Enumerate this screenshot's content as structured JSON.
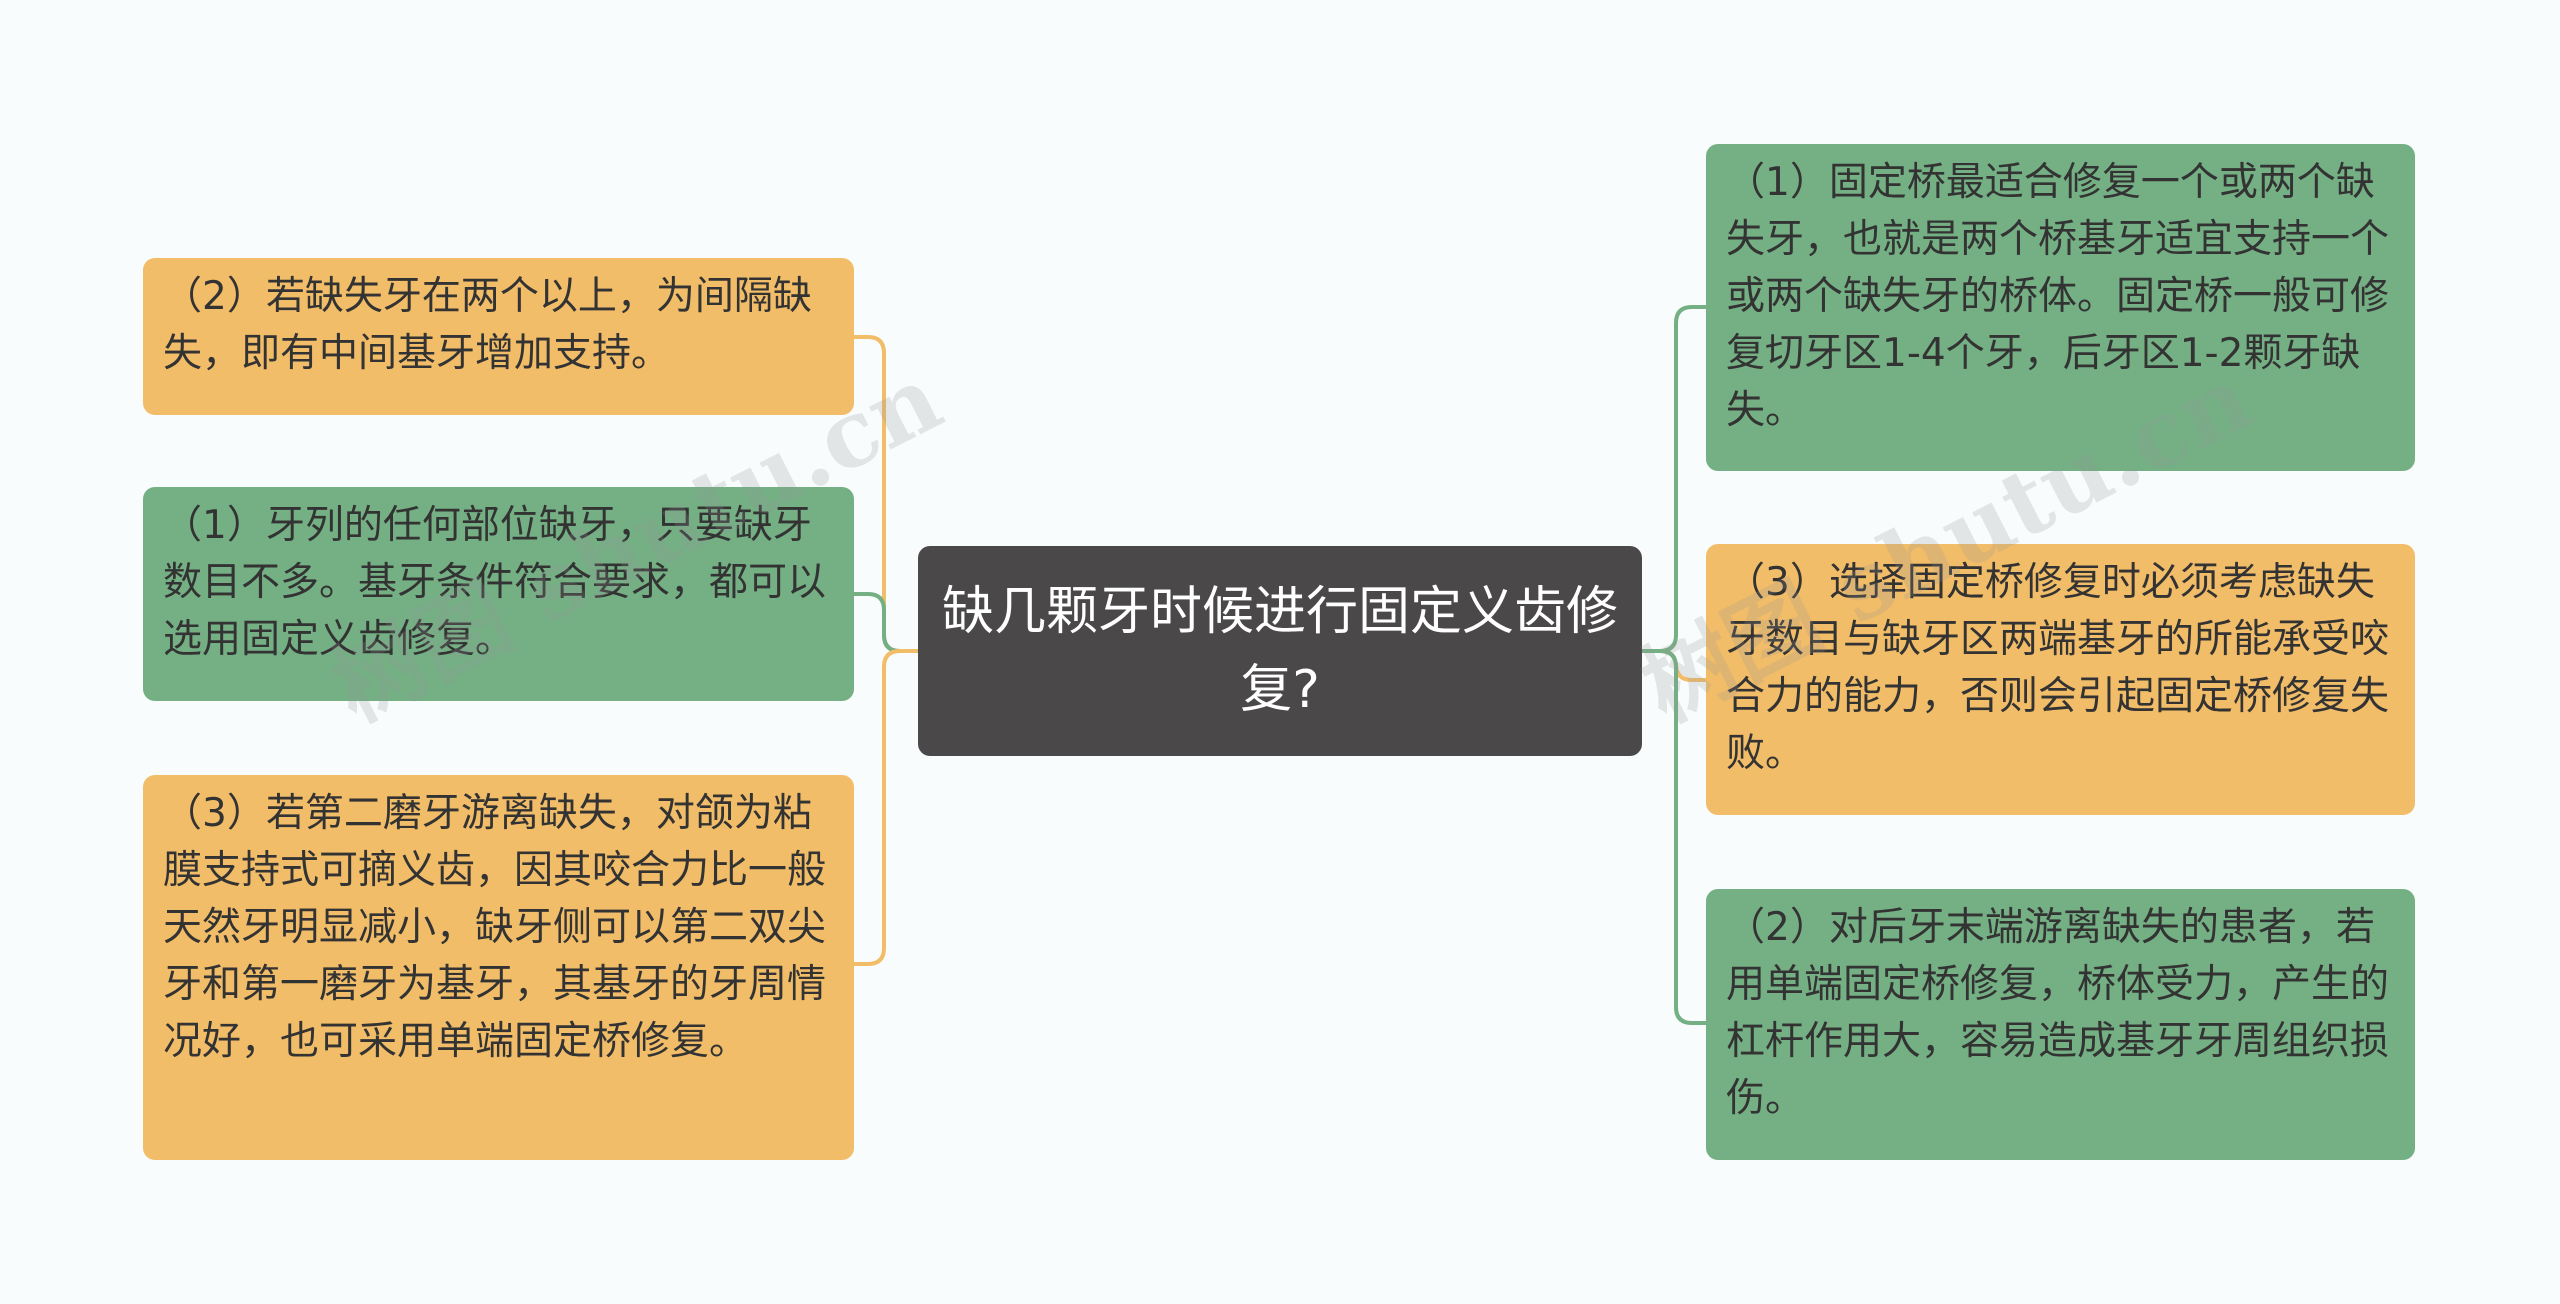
{
  "center_topic": "缺几颗牙时候进行固定义齿修复?",
  "left_nodes": [
    {
      "text": "（2）若缺失牙在两个以上，为间隔缺失，即有中间基牙增加支持。",
      "color": "#f2bd68"
    },
    {
      "text": "（1）牙列的任何部位缺牙，只要缺牙数目不多。基牙条件符合要求，都可以选用固定义齿修复。",
      "color": "#74b084"
    },
    {
      "text": "（3）若第二磨牙游离缺失，对颌为粘膜支持式可摘义齿，因其咬合力比一般天然牙明显减小，缺牙侧可以第二双尖牙和第一磨牙为基牙，其基牙的牙周情况好，也可采用单端固定桥修复。",
      "color": "#f2bd68"
    }
  ],
  "right_nodes": [
    {
      "text": "（1）固定桥最适合修复一个或两个缺失牙，也就是两个桥基牙适宜支持一个或两个缺失牙的桥体。固定桥一般可修复切牙区1-4个牙，后牙区1-2颗牙缺失。",
      "color": "#74b084"
    },
    {
      "text": "（3）选择固定桥修复时必须考虑缺失牙数目与缺牙区两端基牙的所能承受咬合力的能力，否则会引起固定桥修复失败。",
      "color": "#f2bd68"
    },
    {
      "text": "（2）对后牙末端游离缺失的患者，若用单端固定桥修复，桥体受力，产生的杠杆作用大，容易造成基牙牙周组织损伤。",
      "color": "#74b084"
    }
  ],
  "watermarks": [
    "树图 shutu.cn",
    "树图 shutu.cn"
  ],
  "colors": {
    "background": "#f8fcfc",
    "center": "#4a4848",
    "orange": "#f2bd68",
    "green": "#74b084"
  }
}
